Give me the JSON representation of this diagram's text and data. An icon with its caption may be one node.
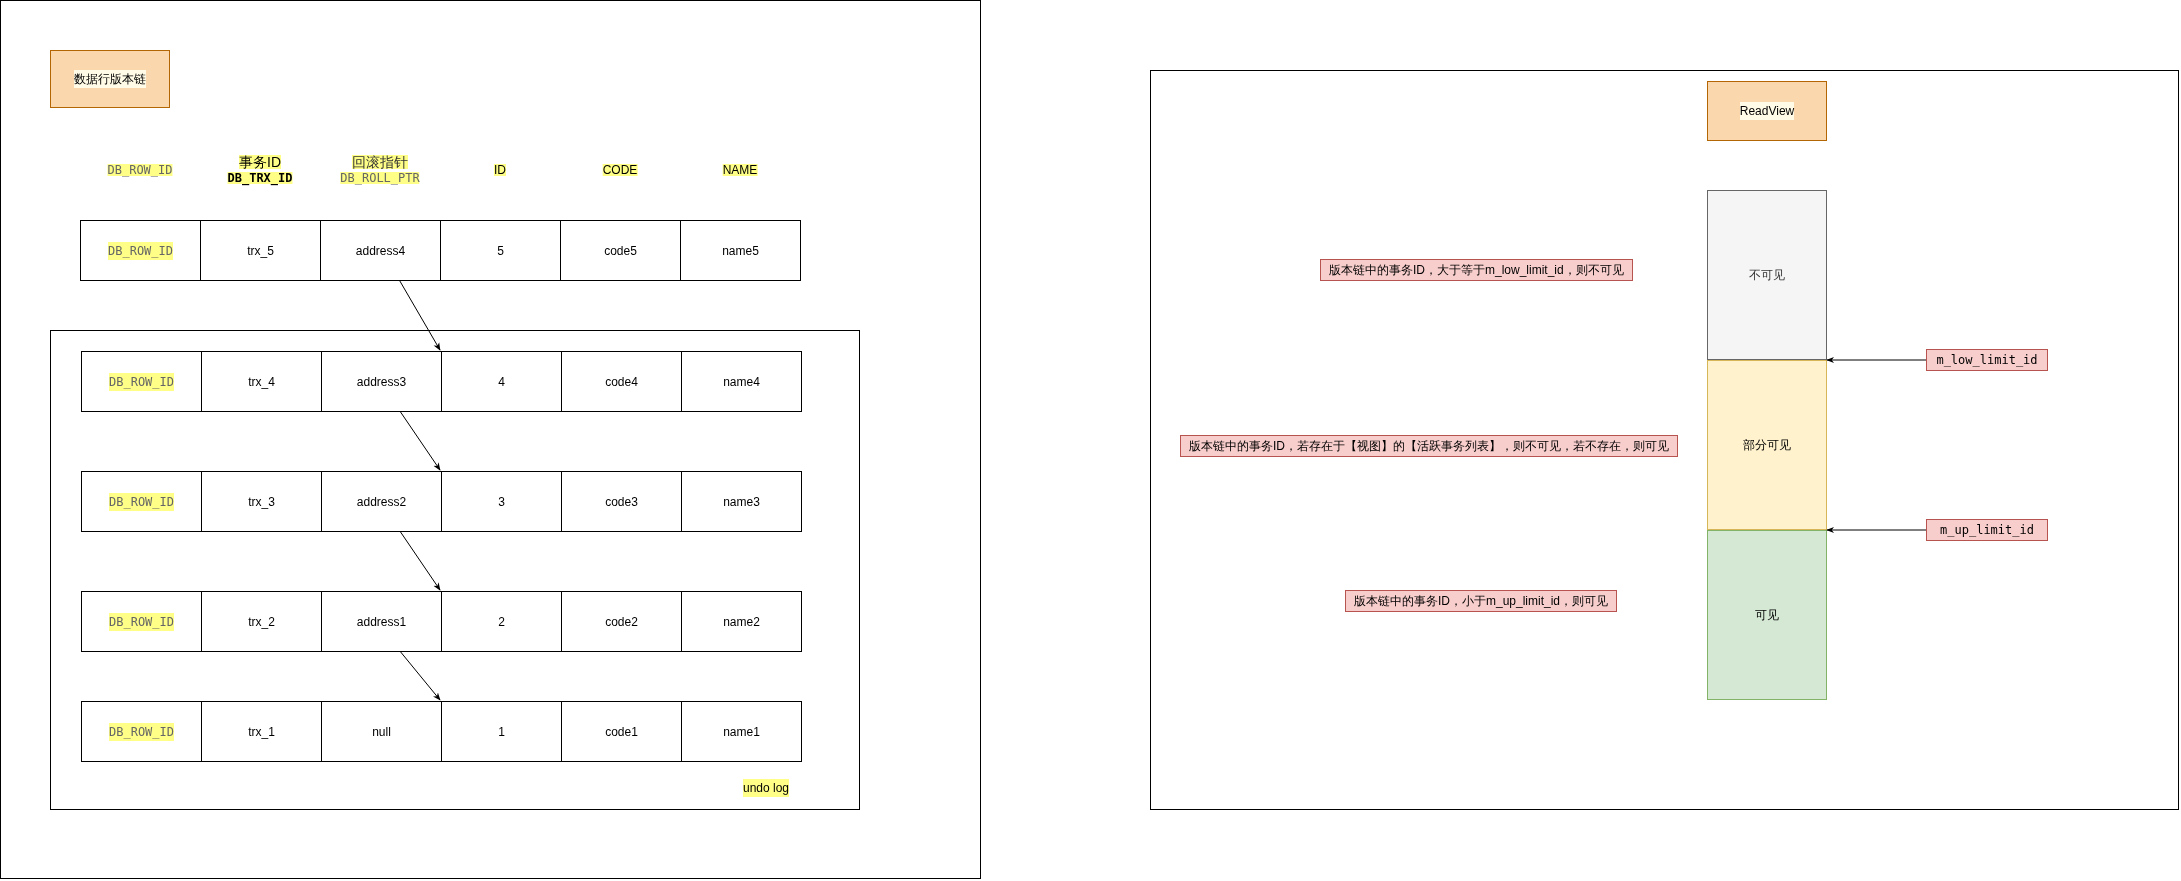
{
  "diagram": {
    "nodes": [
      {
        "text": [
          "数据行版本链"
        ]
      },
      {
        "text": [
          "DB_ROW_ID"
        ]
      },
      {
        "text": [
          "trx_5"
        ]
      },
      {
        "text": [
          "address4"
        ]
      },
      {
        "text": [
          "5"
        ]
      },
      {
        "text": [
          "code5"
        ]
      },
      {
        "text": [
          "name5"
        ]
      },
      {
        "text": [
          "undo log"
        ]
      },
      {
        "text": [
          "DB_ROW_ID"
        ],
        "in": 7
      },
      {
        "text": [
          "trx_4"
        ],
        "in": 7
      },
      {
        "text": [
          "address3"
        ],
        "in": 7
      },
      {
        "text": [
          "4"
        ],
        "in": 7
      },
      {
        "text": [
          "code4"
        ],
        "in": 7
      },
      {
        "text": [
          "name4"
        ],
        "in": 7
      },
      {
        "text": [
          "DB_ROW_ID"
        ],
        "in": 7
      },
      {
        "text": [
          "trx_3"
        ],
        "in": 7
      },
      {
        "text": [
          "address2"
        ],
        "in": 7
      },
      {
        "text": [
          "3"
        ],
        "in": 7
      },
      {
        "text": [
          "code3"
        ],
        "in": 7
      },
      {
        "text": [
          "name3"
        ],
        "in": 7
      },
      {
        "text": [
          "DB_ROW_ID"
        ],
        "in": 7
      },
      {
        "text": [
          "trx_2"
        ],
        "in": 7
      },
      {
        "text": [
          "address1"
        ],
        "in": 7
      },
      {
        "text": [
          "2"
        ],
        "in": 7
      },
      {
        "text": [
          "code2"
        ],
        "in": 7
      },
      {
        "text": [
          "name2"
        ],
        "in": 7
      },
      {
        "text": [
          "DB_ROW_ID"
        ],
        "in": 7
      },
      {
        "text": [
          "trx_1"
        ],
        "in": 7
      },
      {
        "text": [
          "null"
        ],
        "in": 7
      },
      {
        "text": [
          "1"
        ],
        "in": 7
      },
      {
        "text": [
          "code1"
        ],
        "in": 7
      },
      {
        "text": [
          "name1"
        ],
        "in": 7
      },
      {
        "text": [
          "ReadView"
        ]
      },
      {
        "text": [
          "不可见"
        ]
      },
      {
        "text": [
          "版本链中的事务ID，大于等于m_low_limit_id，则不可见"
        ]
      },
      {
        "text": [
          "m_low_limit_id"
        ]
      },
      {
        "text": [
          "部分可见"
        ]
      },
      {
        "text": [
          "版本链中的事务ID，若存在于【视图】的【活跃事务列表】，则不可见，若不存在，则可见"
        ]
      },
      {
        "text": [
          "m_up_limit_id"
        ]
      },
      {
        "text": [
          "可见"
        ]
      },
      {
        "text": [
          "版本链中的事务ID，小于m_up_limit_id，则可见"
        ]
      }
    ],
    "edges": [
      {
        "from": 3,
        "to": 11,
        "arrow": "to"
      },
      {
        "from": 10,
        "to": 17,
        "arrow": "to"
      },
      {
        "from": 16,
        "to": 23,
        "arrow": "to"
      },
      {
        "from": 22,
        "to": 29,
        "arrow": "to"
      },
      {
        "from": 35,
        "to": 36,
        "arrow": "to"
      },
      {
        "from": 38,
        "to": 39,
        "arrow": "to"
      }
    ],
    "labels": [
      "DB_ROW_ID",
      "事务ID",
      "DB_TRX_ID",
      "回滚指针",
      "DB_ROLL_PTR",
      "ID",
      "CODE",
      "NAME"
    ]
  }
}
